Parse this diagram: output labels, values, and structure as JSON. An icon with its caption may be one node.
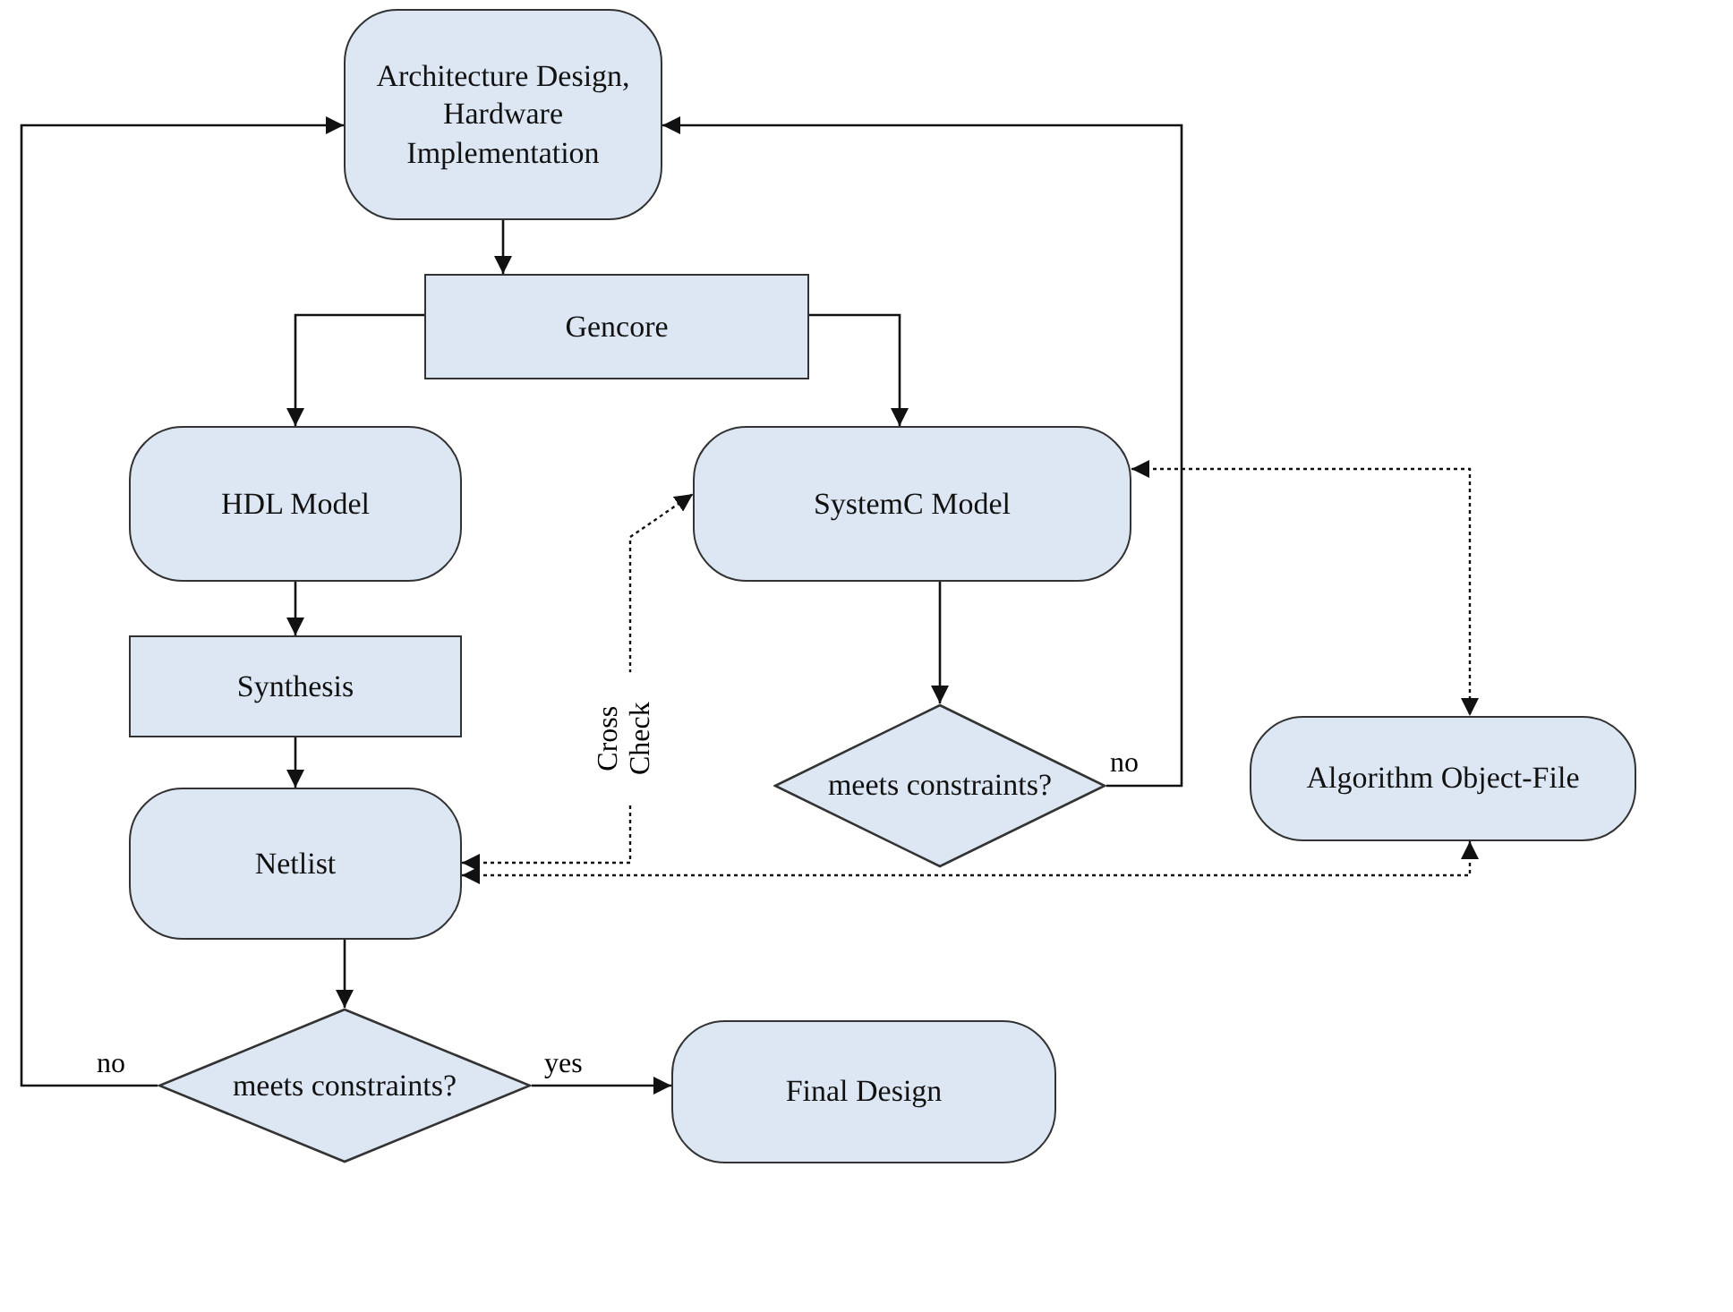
{
  "diagram": {
    "nodes": [
      {
        "text": [
          "Architecture Design, Hardware Implementation"
        ]
      },
      {
        "text": [
          "Gencore"
        ]
      },
      {
        "text": [
          "HDL Model"
        ]
      },
      {
        "text": [
          "SystemC Model"
        ]
      },
      {
        "text": [
          "Synthesis"
        ]
      },
      {
        "text": [
          "meets constraints?"
        ]
      },
      {
        "text": [
          "Netlist"
        ]
      },
      {
        "text": [
          "Algorithm Object-File"
        ]
      },
      {
        "text": [
          "meets constraints?"
        ]
      },
      {
        "text": [
          "Final Design"
        ]
      }
    ],
    "edges": [
      {
        "from": 0,
        "to": 1,
        "arrow": "to"
      },
      {
        "from": 1,
        "to": 2,
        "arrow": "to"
      },
      {
        "from": 1,
        "to": 3,
        "arrow": "to"
      },
      {
        "from": 2,
        "to": 4,
        "arrow": "to"
      },
      {
        "from": 4,
        "to": 6,
        "arrow": "to"
      },
      {
        "from": 3,
        "to": 5,
        "arrow": "to"
      },
      {
        "from": 5,
        "to": 0,
        "arrow": "to",
        "label": "no"
      },
      {
        "from": 6,
        "to": 3,
        "arrow": "both",
        "style": "dashed",
        "label": "Cross Check"
      },
      {
        "from": 3,
        "to": 7,
        "arrow": "both",
        "style": "dashed"
      },
      {
        "from": 6,
        "to": 7,
        "arrow": "both",
        "style": "dashed"
      },
      {
        "from": 6,
        "to": 8,
        "arrow": "to"
      },
      {
        "from": 8,
        "to": 0,
        "arrow": "to",
        "label": "no"
      },
      {
        "from": 8,
        "to": 9,
        "arrow": "to",
        "label": "yes"
      }
    ]
  }
}
